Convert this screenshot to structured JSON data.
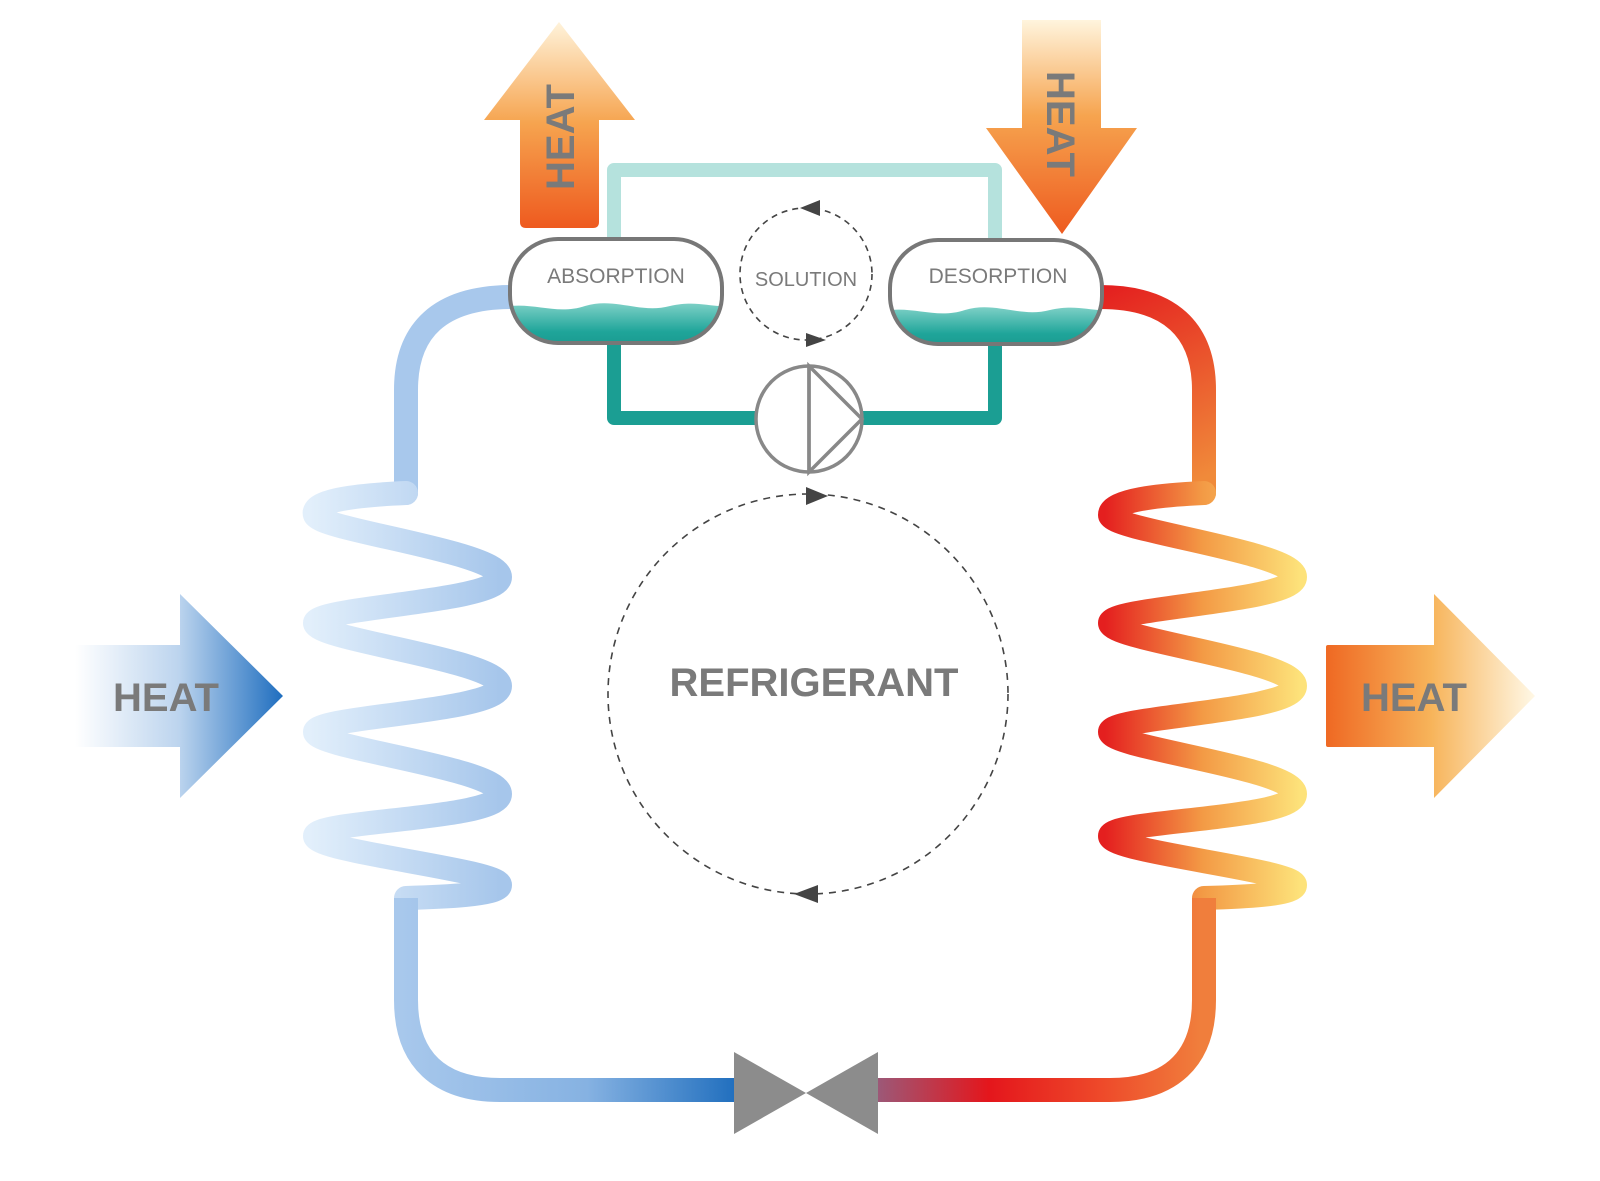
{
  "labels": {
    "heat_in_left": "HEAT",
    "heat_out_right": "HEAT",
    "heat_out_top": "HEAT",
    "heat_in_top": "HEAT",
    "absorption": "ABSORPTION",
    "desorption": "DESORPTION",
    "solution": "SOLUTION",
    "refrigerant": "REFRIGERANT"
  },
  "colors": {
    "cold_pipe_light": "#dcebf9",
    "cold_pipe": "#a8c8ec",
    "cold_pipe_dark": "#1f6ebf",
    "hot_pipe_red": "#e41f1f",
    "hot_pipe_orange": "#f08a3a",
    "hot_pipe_yellow": "#fce07a",
    "solution_rich": "#1b9e93",
    "solution_lean": "#b5e2dd",
    "vessel_outline": "#777777",
    "label_grey": "#7a7a7a",
    "valve_grey": "#8c8c8c"
  }
}
